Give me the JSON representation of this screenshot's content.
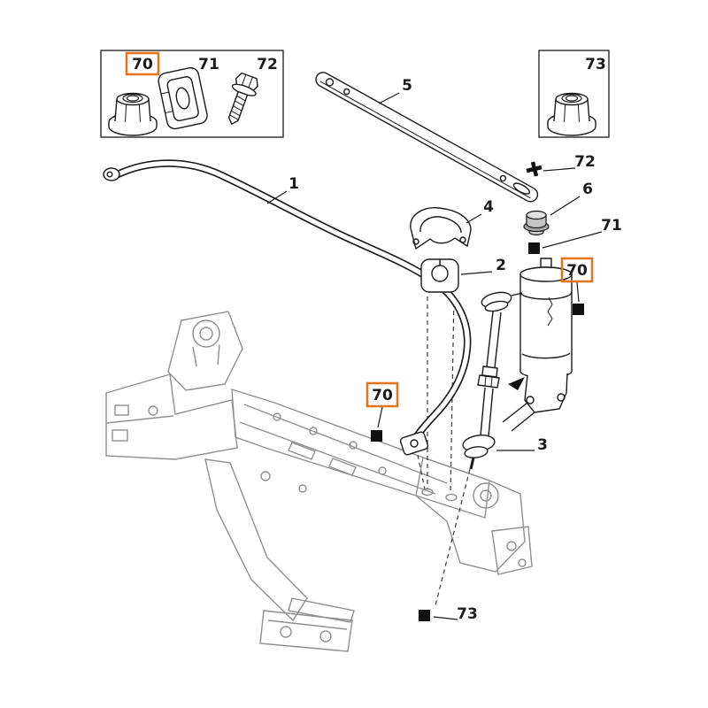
{
  "colors": {
    "background": "#ffffff",
    "highlight_box": "#e2761b",
    "line": "#1a1a1a",
    "subframe": "#8f8f8f"
  },
  "legend": {
    "left_box": {
      "items": [
        {
          "label": "70",
          "highlighted": true,
          "icon": "flange-nut-icon"
        },
        {
          "label": "71",
          "highlighted": false,
          "icon": "retainer-plate-icon"
        },
        {
          "label": "72",
          "highlighted": false,
          "icon": "hex-bolt-icon"
        }
      ]
    },
    "right_box": {
      "items": [
        {
          "label": "73",
          "highlighted": false,
          "icon": "flange-nut-icon"
        }
      ]
    }
  },
  "callouts": {
    "stabilizer_bar": {
      "label": "1"
    },
    "bushing": {
      "label": "2"
    },
    "link": {
      "label": "3"
    },
    "clamp": {
      "label": "4"
    },
    "tie_bar": {
      "label": "5"
    },
    "grommet": {
      "label": "6"
    },
    "nut_right": {
      "label": "70",
      "highlighted": true
    },
    "nut_mid": {
      "label": "70",
      "highlighted": true
    },
    "plate_marker": {
      "label": "71"
    },
    "bolt_marker": {
      "label": "72"
    },
    "nut_bottom": {
      "label": "73"
    }
  }
}
